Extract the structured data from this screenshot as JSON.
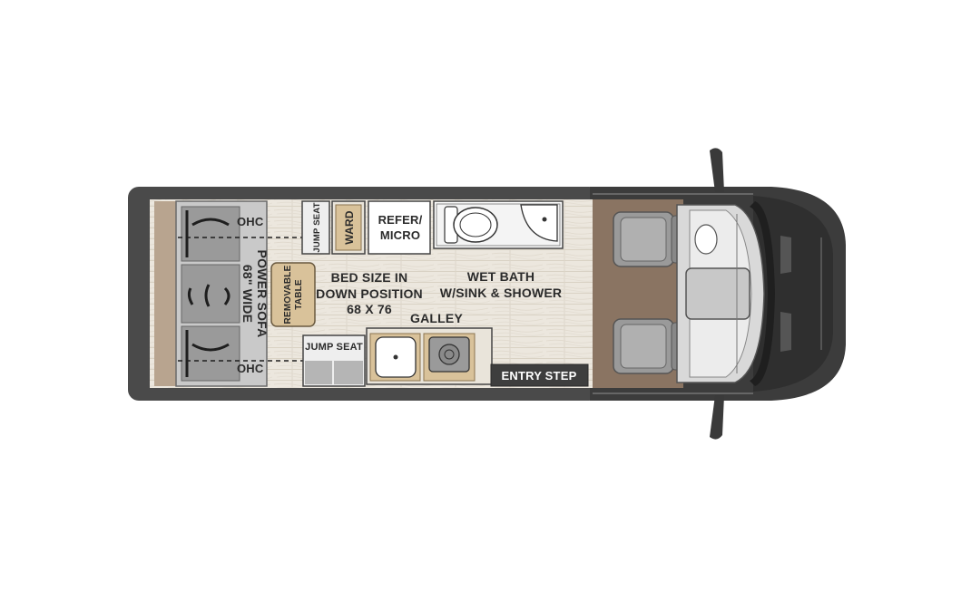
{
  "labels": {
    "ohc_top": "OHC",
    "ohc_bottom": "OHC",
    "sofa_line1": "68\" WIDE",
    "sofa_line2": "POWER SOFA",
    "table_line1": "REMOVABLE",
    "table_line2": "TABLE",
    "jump_seat_top": "JUMP SEAT",
    "ward": "WARD",
    "refer_line1": "REFER/",
    "refer_line2": "MICRO",
    "bed_line1": "BED SIZE IN",
    "bed_line2": "DOWN POSITION",
    "bed_line3": "68 X 76",
    "bath_line1": "WET BATH",
    "bath_line2": "W/SINK & SHOWER",
    "galley": "GALLEY",
    "jump_seat_bottom": "JUMP SEAT",
    "entry_step": "ENTRY STEP"
  },
  "colors": {
    "body": "#4a4a4a",
    "floor": "#e9e4da",
    "wood": "#d9c29a",
    "cab_floor": "#8a7462",
    "seat": "#9a9a9a",
    "rear_panel": "#b8a48f"
  }
}
